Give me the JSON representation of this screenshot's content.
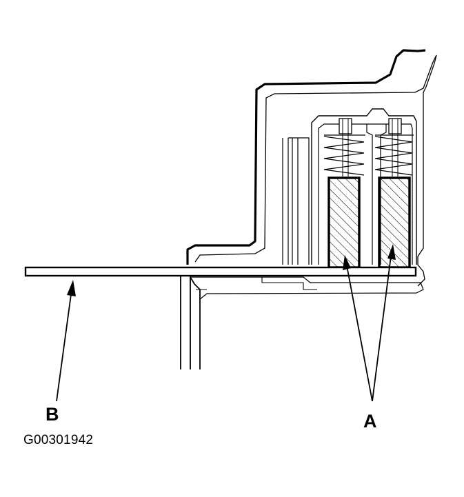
{
  "callouts": {
    "a": "A",
    "b": "B"
  },
  "figure_id": "G00301942",
  "colors": {
    "ink": "#000000",
    "paper": "#ffffff"
  }
}
